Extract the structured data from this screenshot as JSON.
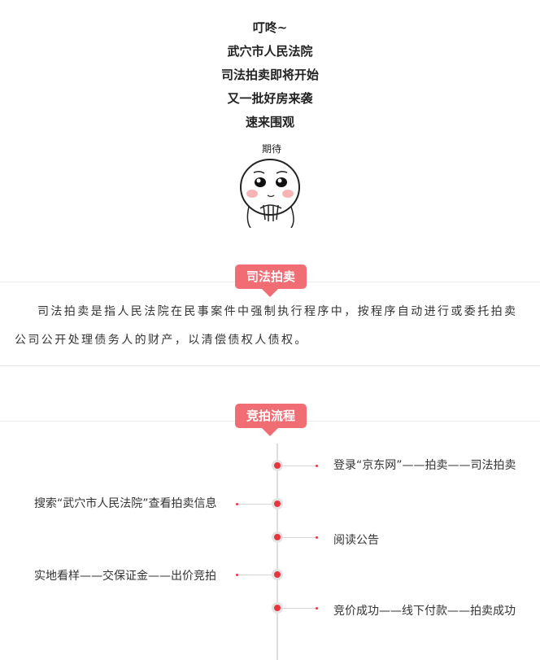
{
  "intro": {
    "lines": [
      "叮咚~",
      "武穴市人民法院",
      "司法拍卖即将开始",
      "又一批好房来袭",
      "速来围观"
    ],
    "sticker_caption": "期待"
  },
  "section_judicial": {
    "title": "司法拍卖",
    "paragraph": "司法拍卖是指人民法院在民事案件中强制执行程序中，按程序自动进行或委托拍卖公司公开处理债务人的财产，以清偿债权人债权。"
  },
  "section_process": {
    "title": "竞拍流程",
    "steps": [
      {
        "side": "right",
        "text": "登录“京东网”——拍卖——司法拍卖"
      },
      {
        "side": "left",
        "text": "搜索“武穴市人民法院”查看拍卖信息"
      },
      {
        "side": "right",
        "text": "阅读公告"
      },
      {
        "side": "left",
        "text": "实地看样——交保证金——出价竞拍"
      },
      {
        "side": "right",
        "text": "竞价成功——线下付款——拍卖成功"
      }
    ]
  },
  "colors": {
    "accent": "#f06e73",
    "node": "#e8363f",
    "text": "#333333"
  }
}
